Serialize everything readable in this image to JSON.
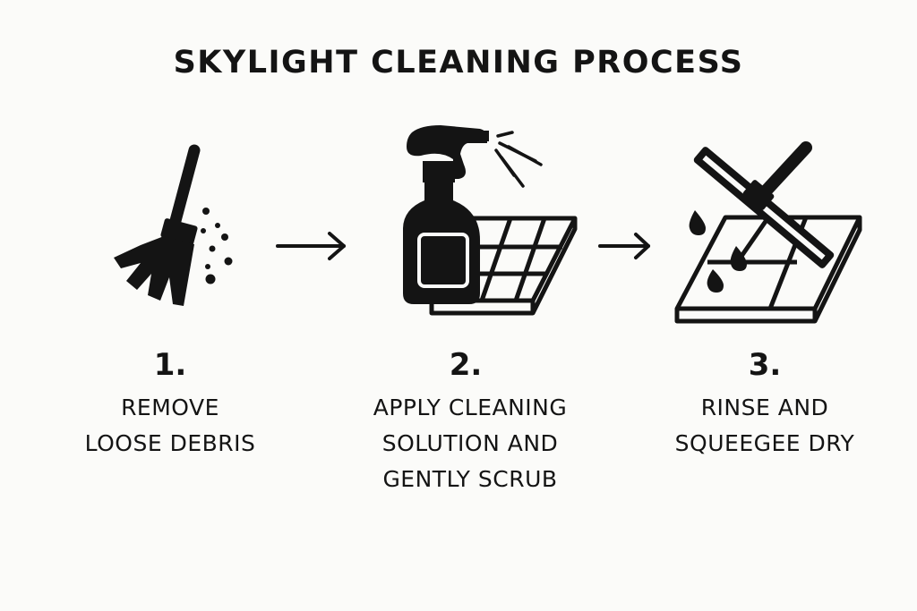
{
  "title": "SKYLIGHT CLEANING PROCESS",
  "steps": [
    {
      "number": "1.",
      "label_lines": [
        "REMOVE",
        "LOOSE DEBRIS"
      ],
      "icon": "broom-icon"
    },
    {
      "number": "2.",
      "label_lines": [
        "APPLY CLEANING",
        "SOLUTION AND",
        "GENTLY SCRUB"
      ],
      "icon": "spray-bottle-icon"
    },
    {
      "number": "3.",
      "label_lines": [
        "RINSE AND",
        "SQUEEGEE DRY"
      ],
      "icon": "squeegee-icon"
    }
  ],
  "connectors": [
    "arrow-right-icon",
    "arrow-right-icon"
  ],
  "colors": {
    "background": "#fbfbf9",
    "ink": "#141414"
  }
}
